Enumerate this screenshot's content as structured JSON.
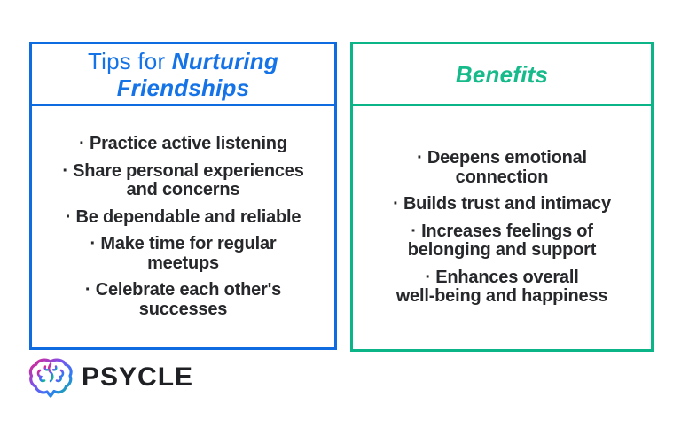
{
  "bullet": "·",
  "colors": {
    "background": "#ffffff",
    "panel_blue": "#0e6be0",
    "title_blue": "#1573e8",
    "panel_green": "#0cb588",
    "title_green": "#17ba8b",
    "text": "#27282b",
    "brand_text": "#1f2024",
    "logo_gradient": [
      "#e0218a",
      "#7a53ee",
      "#2e7cf6",
      "#0fbf7f"
    ]
  },
  "left_panel": {
    "title_prefix": "Tips for ",
    "title_emphasis": "Nurturing Friendships",
    "items": [
      "Practice active listening",
      "Share personal experiences\nand concerns",
      "Be dependable and reliable",
      "Make time for regular\nmeetups",
      "Celebrate each other's\nsuccesses"
    ]
  },
  "right_panel": {
    "title": "Benefits",
    "items": [
      "Deepens emotional\nconnection",
      "Builds trust and intimacy",
      "Increases feelings of\nbelonging and support",
      "Enhances overall\nwell-being and happiness"
    ]
  },
  "footer": {
    "brand": "PSYCLE",
    "icon": "brain-speech-bubble-icon"
  }
}
